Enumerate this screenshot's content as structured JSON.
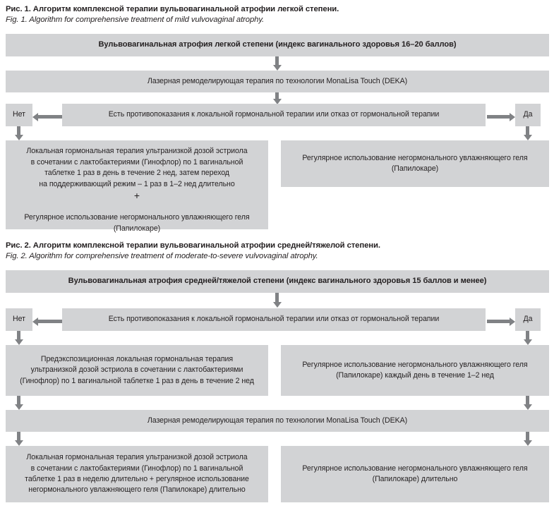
{
  "figures": [
    {
      "id": "fig1",
      "caption_ru": "Рис. 1. Алгоритм комплексной терапии вульвовагинальной атрофии легкой степени.",
      "caption_en": "Fig. 1. Algorithm for comprehensive treatment of mild vulvovaginal atrophy.",
      "nodes": {
        "title": "Вульвовагинальная атрофия легкой степени (индекс вагинального здоровья 16–20 баллов)",
        "laser": "Лазерная ремоделирующая терапия по технологии MonaLisa Touch (DEKA)",
        "decision": "Есть противопоказания к локальной гормональной терапии или отказ от гормональной терапии",
        "no_label": "Нет",
        "yes_label": "Да",
        "branch_no_part1": "Локальная гормональная терапия ультранизкой дозой эстриола\nв сочетании с лактобактериями (Гинофлор) по 1 вагинальной\nтаблетке 1 раз в день в течение 2 нед, затем переход\nна поддерживающий режим – 1 раз в 1–2 нед длительно",
        "branch_no_plus": "+",
        "branch_no_part2": "Регулярное использование негормонального увлажняющего геля\n(Папилокаре)",
        "branch_yes": "Регулярное использование негормонального увлажняющего геля\n(Папилокаре)"
      }
    },
    {
      "id": "fig2",
      "caption_ru": "Рис. 2. Алгоритм комплексной терапии вульвовагинальной атрофии средней/тяжелой степени.",
      "caption_en": "Fig. 2. Algorithm for comprehensive treatment of moderate-to-severe vulvovaginal atrophy.",
      "nodes": {
        "title": "Вульвовагинальная атрофия средней/тяжелой степени (индекс вагинального здоровья 15 баллов и менее)",
        "decision": "Есть противопоказания к локальной гормональной терапии или отказ от гормональной терапии",
        "no_label": "Нет",
        "yes_label": "Да",
        "branch_no_step1": "Предэкспозиционная локальная гормональная терапия\nультранизкой дозой эстриола в сочетании с лактобактериями\n(Гинофлор) по 1 вагинальной таблетке 1 раз в день в течение 2 нед",
        "branch_yes_step1": "Регулярное использование негормонального увлажняющего геля\n(Папилокаре) каждый день в течение 1–2 нед",
        "laser": "Лазерная ремоделирующая терапия по технологии MonaLisa Touch (DEKA)",
        "branch_no_step2": "Локальная гормональная терапия ультранизкой дозой эстриола\nв сочетании с лактобактериями (Гинофлор) по 1 вагинальной\nтаблетке 1 раз в неделю длительно + регулярное использование\nнегормонального увлажняющего геля (Папилокаре) длительно",
        "branch_yes_step2": "Регулярное использование негормонального увлажняющего геля\n(Папилокаре) длительно"
      }
    }
  ],
  "colors": {
    "box_fill": "#d2d3d5",
    "arrow": "#808285",
    "text": "#231f20",
    "background": "#ffffff"
  }
}
